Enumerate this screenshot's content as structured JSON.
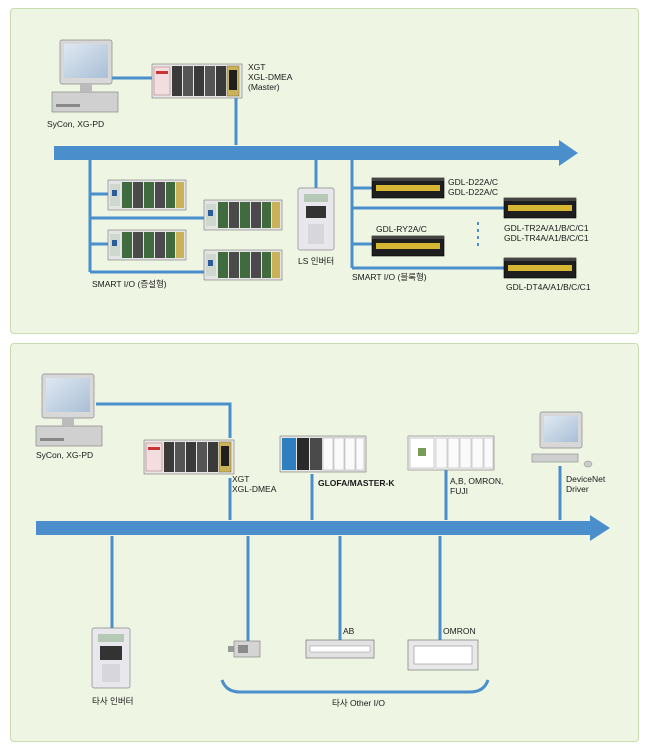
{
  "top": {
    "pc_label": "SyCon, XG-PD",
    "master_lines": [
      "XGT",
      "XGL-DMEA",
      "(Master)"
    ],
    "inverter_label": "LS 인버터",
    "smart_io_modular": "SMART I/O (증설형)",
    "smart_io_block": "SMART I/O (블록형)",
    "gdl_d22a": [
      "GDL-D22A/C",
      "GDL-D22A/C"
    ],
    "gdl_ry2a": "GDL-RY2A/C",
    "gdl_tr2a": [
      "GDL-TR2A/A1/B/C/C1",
      "GDL-TR4A/A1/B/C/C1"
    ],
    "gdl_dt4a": "GDL-DT4A/A1/B/C/C1"
  },
  "bottom": {
    "pc_label": "SyCon, XG-PD",
    "xgt_lines": [
      "XGT",
      "XGL-DMEA"
    ],
    "glofa_label": "GLOFA/MASTER-K",
    "ab_lines": [
      "A,B, OMRON,",
      "FUJI"
    ],
    "devicenet_lines": [
      "DeviceNet",
      "Driver"
    ],
    "inverter_label": "타사 인버터",
    "ab_label": "AB",
    "omron_label": "OMRON",
    "other_io_label": "타사 Other I/O"
  },
  "colors": {
    "bus": "#4a8fcc",
    "panel": "#eef5e3",
    "line": "#4a8fcc"
  }
}
